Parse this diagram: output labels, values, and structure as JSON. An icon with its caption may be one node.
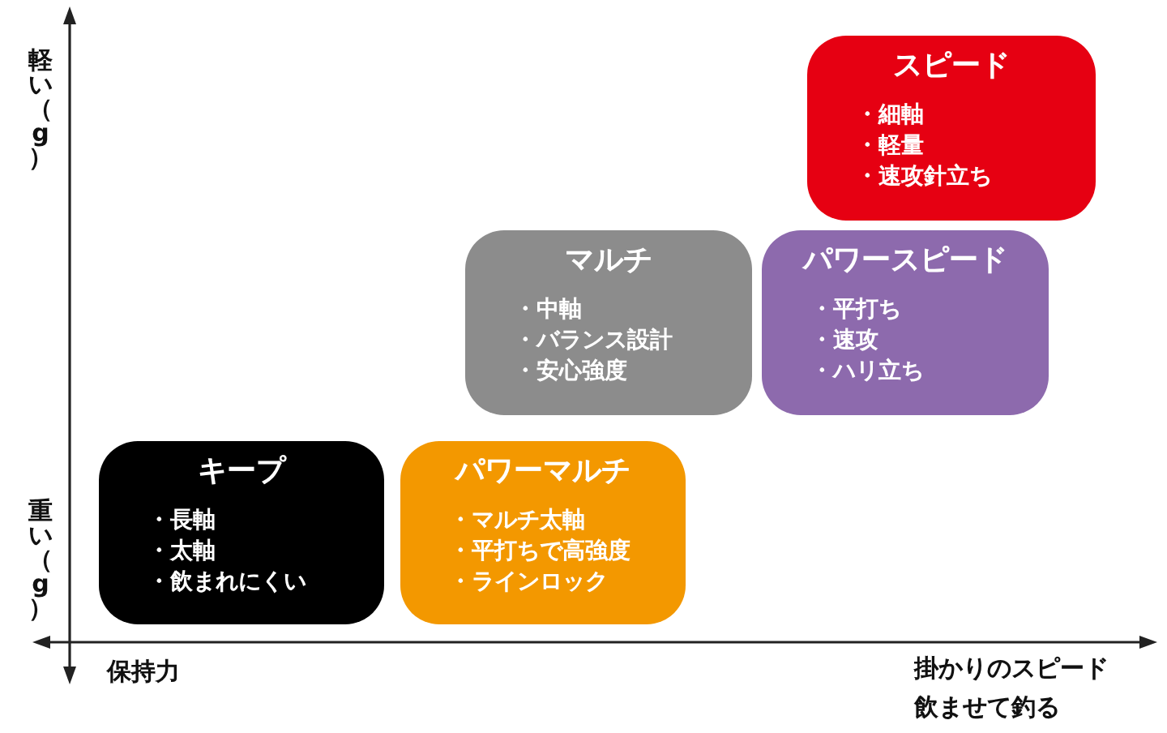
{
  "diagram": {
    "nodes": [
      {
        "text": [
          "スピード",
          "・細軸",
          "・軽量",
          "・速攻針立ち"
        ]
      },
      {
        "text": [
          "マルチ",
          "・中軸",
          "・バランス設計",
          "・安心強度"
        ]
      },
      {
        "text": [
          "パワースピード",
          "・平打ち",
          "・速攻",
          "・ハリ立ち"
        ]
      },
      {
        "text": [
          "キープ",
          "・長軸",
          "・太軸",
          "・飲まれにくい"
        ]
      },
      {
        "text": [
          "パワーマルチ",
          "・マルチ太軸",
          "・平打ちで高強度",
          "・ラインロック"
        ]
      }
    ],
    "labels": [
      "軽い（g）",
      "重い（g）",
      "保持力",
      "掛かりのスピード",
      "飲ませて釣る"
    ]
  }
}
